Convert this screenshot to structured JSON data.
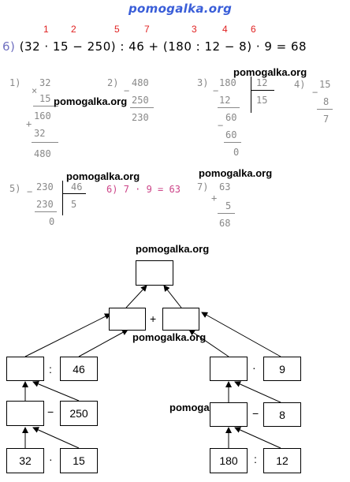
{
  "header": {
    "site": "pomogalka.org"
  },
  "order_numbers": [
    "1",
    "2",
    "5",
    "7",
    "3",
    "4",
    "6"
  ],
  "task": {
    "label": "6)",
    "expression": "(32 · 15 − 250) : 46 + (180 : 12 − 8) · 9 = 68"
  },
  "columns": {
    "c1": {
      "label": "1)",
      "a": "32",
      "op": "×",
      "b": "15",
      "p1": "160",
      "p2": "32",
      "res": "480",
      "op2": "+"
    },
    "c2": {
      "label": "2)",
      "op": "−",
      "a": "480",
      "b": "250",
      "res": "230"
    },
    "c3": {
      "label": "3)",
      "op": "−",
      "a": "180",
      "divisor": "12",
      "quot": "15",
      "s1": "12",
      "r1": "60",
      "s2": "60",
      "rem": "0"
    },
    "c4": {
      "label": "4)",
      "op": "−",
      "a": "15",
      "b": "8",
      "res": "7"
    },
    "c5": {
      "label": "5)",
      "op": "−",
      "a": "230",
      "divisor": "46",
      "s1": "230",
      "quot": "5",
      "rem": "0"
    },
    "c6": {
      "label": "6)",
      "text": "7 · 9 = 63"
    },
    "c7": {
      "label": "7)",
      "op": "+",
      "a": "63",
      "b": "5",
      "res": "68"
    }
  },
  "watermarks": [
    "pomogalka.org",
    "pomogalka.org",
    "pomogalka.org",
    "pomogalka.org",
    "pomogalka.org",
    "pomogalka.org",
    "pomogalka.org"
  ],
  "tree": {
    "b32": "32",
    "b15": "15",
    "mul1": "·",
    "b250": "250",
    "minus1": "−",
    "b46": "46",
    "div1": ":",
    "plus": "+",
    "b180": "180",
    "b12": "12",
    "div2": ":",
    "b8": "8",
    "minus2": "−",
    "b9": "9",
    "mul2": "·"
  }
}
